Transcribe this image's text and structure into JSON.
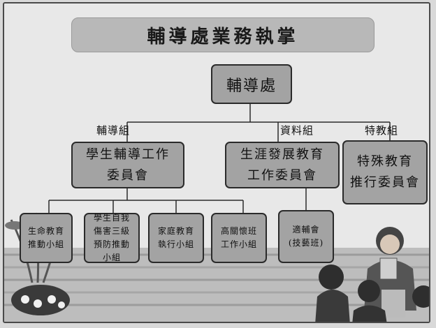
{
  "title": "輔導處業務執掌",
  "root": "輔導處",
  "groups": {
    "fudao": "輔導組",
    "ziliao": "資料組",
    "tejiao": "特教組"
  },
  "committees": {
    "student_counseling": "學生輔導工作\n委員會",
    "career_education": "生涯發展教育\n工作委員會",
    "special_education": "特殊教育\n推行委員會"
  },
  "teams": {
    "life_education": "生命教育\n推動小組",
    "self_harm_prevention": "學生自我\n傷害三級\n預防推動\n小組",
    "family_education": "家庭教育\n執行小組",
    "gifted_class": "高關懷班\n工作小組",
    "vocational_class": "適輔會\n(技藝班)"
  },
  "colors": {
    "box_fill": "#a3a3a3",
    "box_border": "#2a2a2a",
    "background": "#e8e8e8",
    "banner": "#b8b8b8"
  }
}
